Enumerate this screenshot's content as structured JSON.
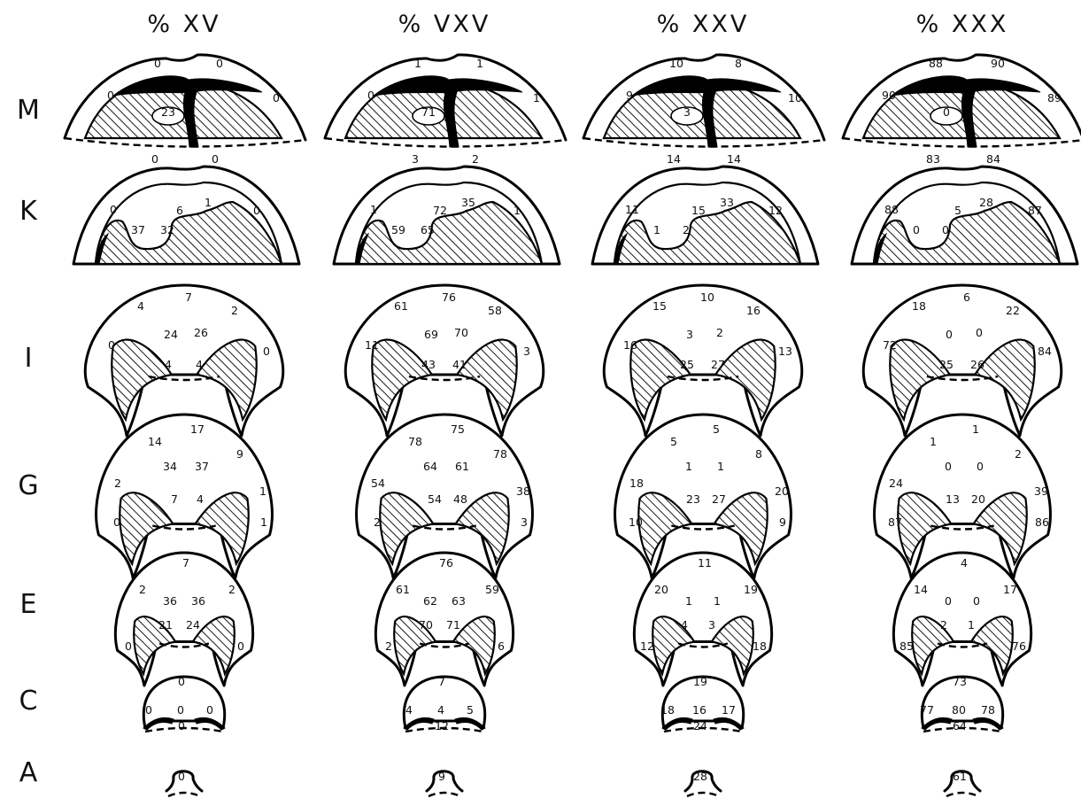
{
  "columns": [
    "% XV",
    "% VXV",
    "% XXV",
    "% XXX"
  ],
  "rows": [
    "M",
    "K",
    "I",
    "G",
    "E",
    "C",
    "A"
  ],
  "values": {
    "M": [
      [
        "0",
        "0",
        "0",
        "0",
        "23"
      ],
      [
        "1",
        "1",
        "0",
        "1",
        "71"
      ],
      [
        "10",
        "8",
        "9",
        "10",
        "3"
      ],
      [
        "88",
        "90",
        "90",
        "89",
        "0"
      ]
    ],
    "K": [
      [
        "0",
        "0",
        "0",
        "6",
        "1",
        "0",
        "37",
        "32"
      ],
      [
        "3",
        "2",
        "1",
        "72",
        "35",
        "1",
        "59",
        "65"
      ],
      [
        "14",
        "14",
        "11",
        "15",
        "33",
        "12",
        "1",
        "2"
      ],
      [
        "83",
        "84",
        "88",
        "5",
        "28",
        "87",
        "0",
        "0"
      ]
    ],
    "I": [
      [
        "7",
        "4",
        "2",
        "24",
        "26",
        "0",
        "0",
        "4",
        "4"
      ],
      [
        "76",
        "61",
        "58",
        "69",
        "70",
        "11",
        "3",
        "43",
        "41"
      ],
      [
        "10",
        "15",
        "16",
        "3",
        "2",
        "16",
        "13",
        "25",
        "27"
      ],
      [
        "6",
        "18",
        "22",
        "0",
        "0",
        "72",
        "84",
        "25",
        "26"
      ]
    ],
    "G": [
      [
        "17",
        "14",
        "9",
        "34",
        "37",
        "2",
        "1",
        "7",
        "4",
        "0",
        "1"
      ],
      [
        "75",
        "78",
        "78",
        "64",
        "61",
        "54",
        "38",
        "54",
        "48",
        "2",
        "3"
      ],
      [
        "5",
        "5",
        "8",
        "1",
        "1",
        "18",
        "20",
        "23",
        "27",
        "10",
        "9"
      ],
      [
        "1",
        "1",
        "2",
        "0",
        "0",
        "24",
        "39",
        "13",
        "20",
        "87",
        "86"
      ]
    ],
    "E": [
      [
        "7",
        "2",
        "2",
        "36",
        "36",
        "21",
        "24",
        "0",
        "0"
      ],
      [
        "76",
        "61",
        "59",
        "62",
        "63",
        "70",
        "71",
        "2",
        "6"
      ],
      [
        "11",
        "20",
        "19",
        "1",
        "1",
        "4",
        "3",
        "12",
        "18"
      ],
      [
        "4",
        "14",
        "17",
        "0",
        "0",
        "2",
        "1",
        "85",
        "76"
      ]
    ],
    "C": [
      [
        "0",
        "0",
        "0",
        "0",
        "0"
      ],
      [
        "7",
        "4",
        "4",
        "5",
        "12"
      ],
      [
        "19",
        "18",
        "16",
        "17",
        "24"
      ],
      [
        "73",
        "77",
        "80",
        "78",
        "64"
      ]
    ],
    "A": [
      [
        "0"
      ],
      [
        "9"
      ],
      [
        "28"
      ],
      [
        "61"
      ]
    ]
  }
}
